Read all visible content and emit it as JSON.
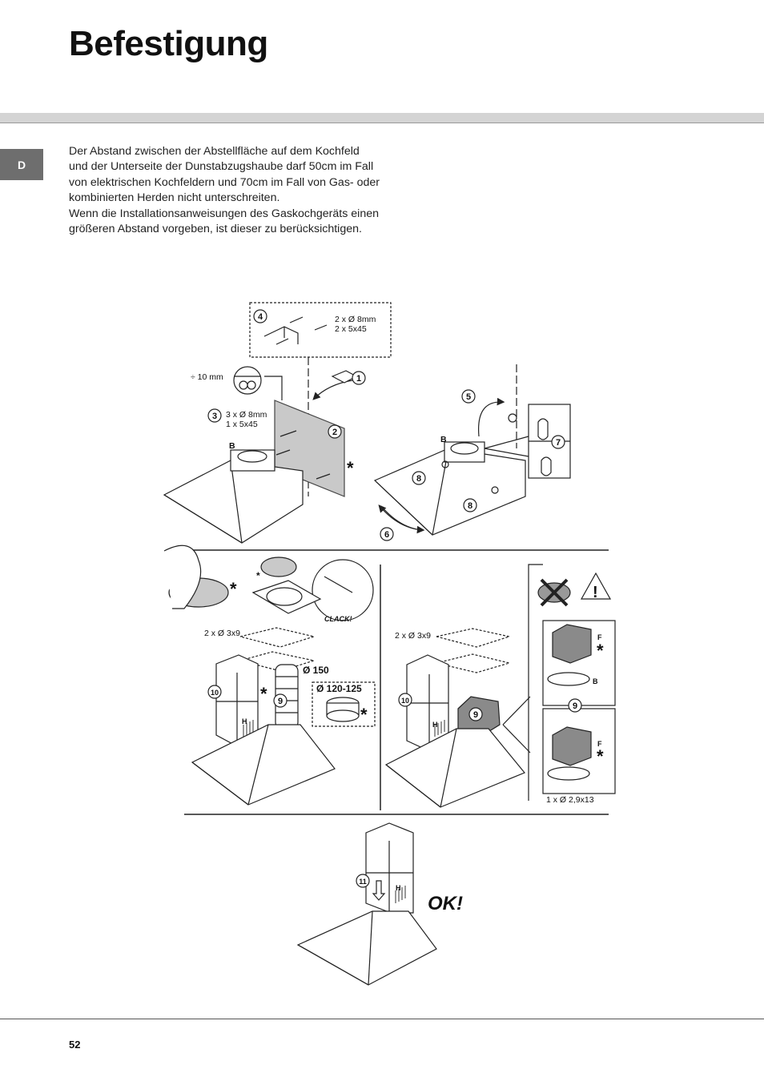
{
  "page": {
    "title": "Befestigung",
    "lang_tab": "D",
    "page_number": "52",
    "paragraph_1": "Der Abstand zwischen der Abstellfläche auf dem Kochfeld und der Unterseite der Dunstabzugshaube darf 50cm im Fall von elektrischen Kochfeldern und 70cm im Fall von Gas- oder kombinierten Herden nicht unterschreiten.",
    "paragraph_2": "Wenn die Installationsanweisungen des Gaskochgeräts einen größeren Abstand vorgeben, ist dieser zu berücksichtigen."
  },
  "figure": {
    "steps": {
      "s1": "1",
      "s2": "2",
      "s3": "3",
      "s4": "4",
      "s5": "5",
      "s6": "6",
      "s7": "7",
      "s8a": "8",
      "s8b": "8",
      "s9a": "9",
      "s9b": "9",
      "s9c": "9",
      "s10a": "10",
      "s10b": "10",
      "s11": "11"
    },
    "labels": {
      "dowels_4a": "2 x Ø 8mm",
      "dowels_4b": "2 x 5x45",
      "spacing": "÷ 10 mm",
      "dowels_3a": "3 x Ø 8mm",
      "dowels_3b": "1 x 5x45",
      "b1": "B",
      "b2": "B",
      "b3": "B",
      "screws_left": "2 x Ø 3x9",
      "screws_right": "2 x Ø 3x9",
      "diam_150": "Ø 150",
      "diam_120": "Ø 120-125",
      "clack": "CLACK!",
      "h1": "H",
      "h2": "H",
      "h3": "H",
      "f1": "F",
      "f2": "F",
      "screw_small": "1 x Ø 2,9x13",
      "ok": "OK!",
      "warning": "!",
      "asterisk": "*"
    }
  }
}
